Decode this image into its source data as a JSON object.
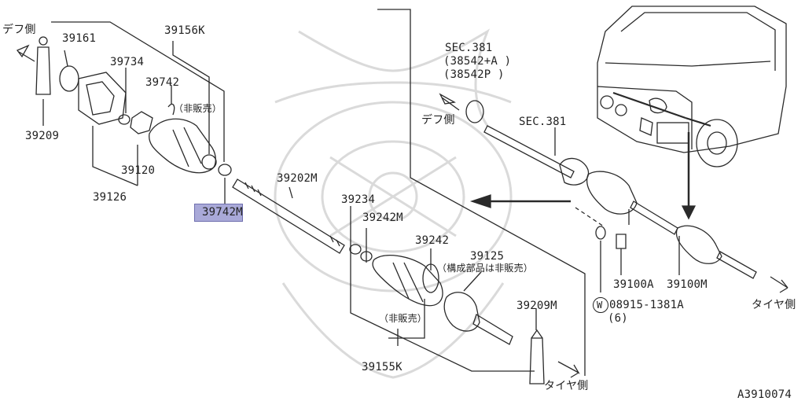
{
  "labels": {
    "diff_side_left": "デフ側",
    "p39161": "39161",
    "p39156k": "39156K",
    "p39734": "39734",
    "p39742": "39742",
    "not_sold_1": "（非販売）",
    "p39209": "39209",
    "p39120": "39120",
    "p39126": "39126",
    "p39742m": "39742M",
    "p39202m": "39202M",
    "p39234": "39234",
    "p39242m": "39242M",
    "p39242": "39242",
    "p39125": "39125",
    "component_note": "（構成部品は非販売）",
    "not_sold_2": "（非販売）",
    "p39209m": "39209M",
    "p39155k": "39155K",
    "tire_side_bottom": "タイヤ側",
    "sec381_top": "SEC.381",
    "sec381_sub1": "(38542+A )",
    "sec381_sub2": "(38542P )",
    "diff_side_right": "デフ側",
    "sec381_mid": "SEC.381",
    "p39100a": "39100A",
    "p39100m": "39100M",
    "washer_mark": "W",
    "p08915": "08915-1381A",
    "qty6": "(6)",
    "tire_side_right": "タイヤ側",
    "diagram_code": "A3910074"
  },
  "colors": {
    "line": "#2a2a2a",
    "highlight": "#a9a9d8",
    "watermark": "#d9d9d9"
  }
}
